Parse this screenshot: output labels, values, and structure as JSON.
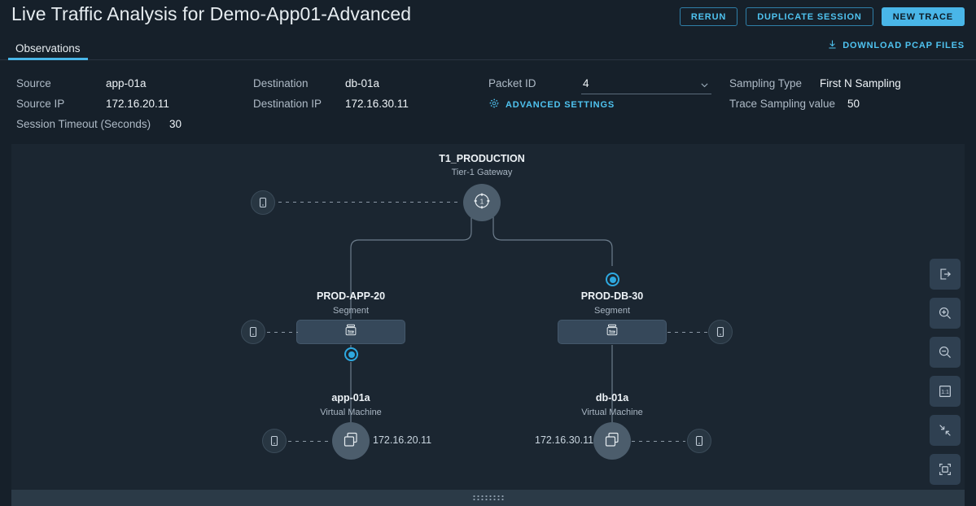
{
  "header": {
    "title": "Live Traffic Analysis for Demo-App01-Advanced",
    "buttons": [
      {
        "label": "RERUN",
        "name": "rerun-button",
        "style": "outline"
      },
      {
        "label": "DUPLICATE SESSION",
        "name": "duplicate-session-button",
        "style": "outline"
      },
      {
        "label": "NEW TRACE",
        "name": "new-trace-button",
        "style": "primary"
      }
    ]
  },
  "tabs": {
    "active": "Observations",
    "download_label": "DOWNLOAD PCAP FILES"
  },
  "info": {
    "source_label": "Source",
    "source_value": "app-01a",
    "source_ip_label": "Source IP",
    "source_ip_value": "172.16.20.11",
    "session_timeout_label": "Session Timeout (Seconds)",
    "session_timeout_value": "30",
    "destination_label": "Destination",
    "destination_value": "db-01a",
    "destination_ip_label": "Destination IP",
    "destination_ip_value": "172.16.30.11",
    "packet_id_label": "Packet ID",
    "packet_id_value": "4",
    "advanced_settings_label": "ADVANCED SETTINGS",
    "sampling_type_label": "Sampling Type",
    "sampling_type_value": "First N Sampling",
    "trace_sampling_label": "Trace Sampling value",
    "trace_sampling_value": "50"
  },
  "topology": {
    "gateway": {
      "name": "T1_PRODUCTION",
      "type": "Tier-1 Gateway"
    },
    "segment_left": {
      "name": "PROD-APP-20",
      "type": "Segment"
    },
    "segment_right": {
      "name": "PROD-DB-30",
      "type": "Segment"
    },
    "vm_left": {
      "name": "app-01a",
      "type": "Virtual Machine",
      "ip": "172.16.20.11"
    },
    "vm_right": {
      "name": "db-01a",
      "type": "Virtual Machine",
      "ip": "172.16.30.11"
    }
  },
  "tools": [
    {
      "name": "export-button"
    },
    {
      "name": "zoom-in-button"
    },
    {
      "name": "zoom-out-button"
    },
    {
      "name": "actual-size-button",
      "label": "1:1"
    },
    {
      "name": "collapse-button"
    },
    {
      "name": "fit-to-screen-button"
    }
  ],
  "colors": {
    "background": "#16202a",
    "canvas": "#1b2631",
    "accent": "#49b6e8",
    "marker": "#2ea9e0",
    "bottom_bar": "#2b3a47"
  }
}
